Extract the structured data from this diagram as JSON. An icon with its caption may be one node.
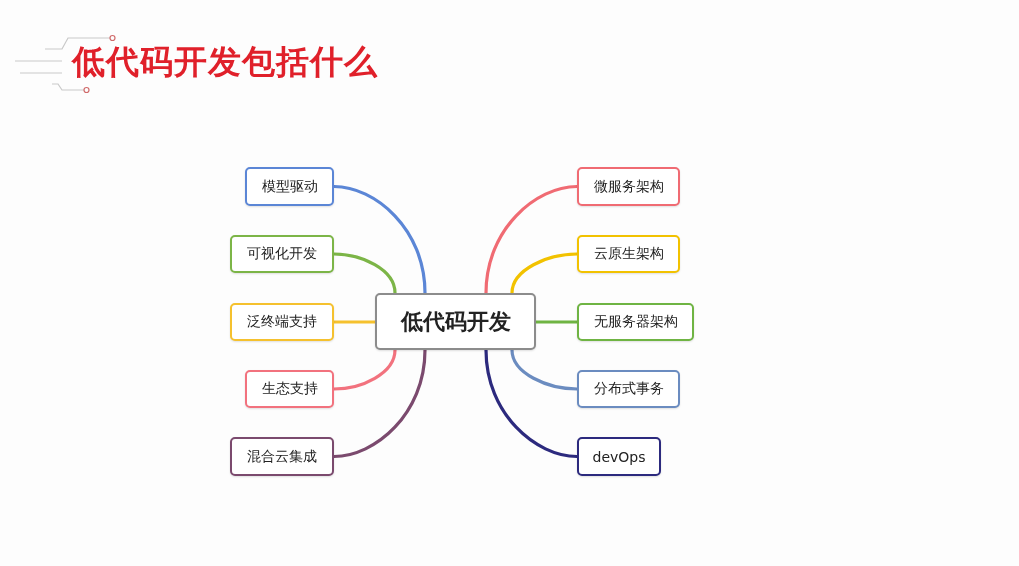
{
  "diagram": {
    "title": "低代码开发包括什么",
    "nodes": [
      {
        "text": [
          "低代码开发"
        ]
      },
      {
        "text": [
          "模型驱动"
        ]
      },
      {
        "text": [
          "可视化开发"
        ]
      },
      {
        "text": [
          "泛终端支持"
        ]
      },
      {
        "text": [
          "生态支持"
        ]
      },
      {
        "text": [
          "混合云集成"
        ]
      },
      {
        "text": [
          "微服务架构"
        ]
      },
      {
        "text": [
          "云原生架构"
        ]
      },
      {
        "text": [
          "无服务器架构"
        ]
      },
      {
        "text": [
          "分布式事务"
        ]
      },
      {
        "text": [
          "devOps"
        ]
      }
    ],
    "edges": [
      {
        "from": 0,
        "to": 1,
        "arrow": "none",
        "color": "#5b86d6"
      },
      {
        "from": 0,
        "to": 2,
        "arrow": "none",
        "color": "#7cb547"
      },
      {
        "from": 0,
        "to": 3,
        "arrow": "none",
        "color": "#f5c12e"
      },
      {
        "from": 0,
        "to": 4,
        "arrow": "none",
        "color": "#f2727e"
      },
      {
        "from": 0,
        "to": 5,
        "arrow": "none",
        "color": "#7b4a6e"
      },
      {
        "from": 0,
        "to": 6,
        "arrow": "none",
        "color": "#f06b73"
      },
      {
        "from": 0,
        "to": 7,
        "arrow": "none",
        "color": "#f2c200"
      },
      {
        "from": 0,
        "to": 8,
        "arrow": "none",
        "color": "#6fb443"
      },
      {
        "from": 0,
        "to": 9,
        "arrow": "none",
        "color": "#6b8cc0"
      },
      {
        "from": 0,
        "to": 10,
        "arrow": "none",
        "color": "#2c2a7e"
      }
    ]
  }
}
